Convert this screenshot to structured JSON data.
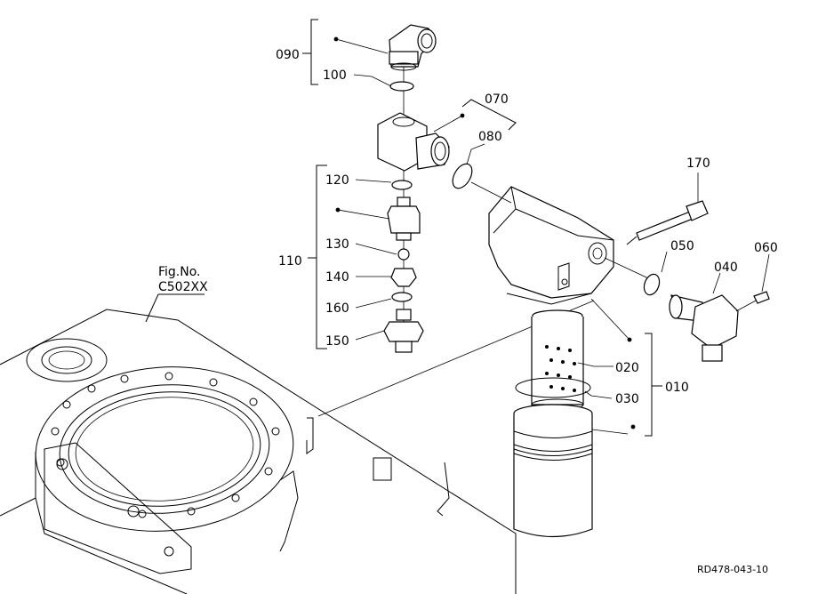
{
  "diagram": {
    "labels": {
      "p090": "090",
      "p100": "100",
      "p070": "070",
      "p080": "080",
      "p120": "120",
      "p130": "130",
      "p110": "110",
      "p140": "140",
      "p160": "160",
      "p150": "150",
      "p170": "170",
      "p050": "050",
      "p040": "040",
      "p060": "060",
      "p020": "020",
      "p030": "030",
      "p010": "010"
    },
    "figref_line1": "Fig.No.",
    "figref_line2": "C502XX",
    "drawing_code": "RD478-043-10"
  }
}
